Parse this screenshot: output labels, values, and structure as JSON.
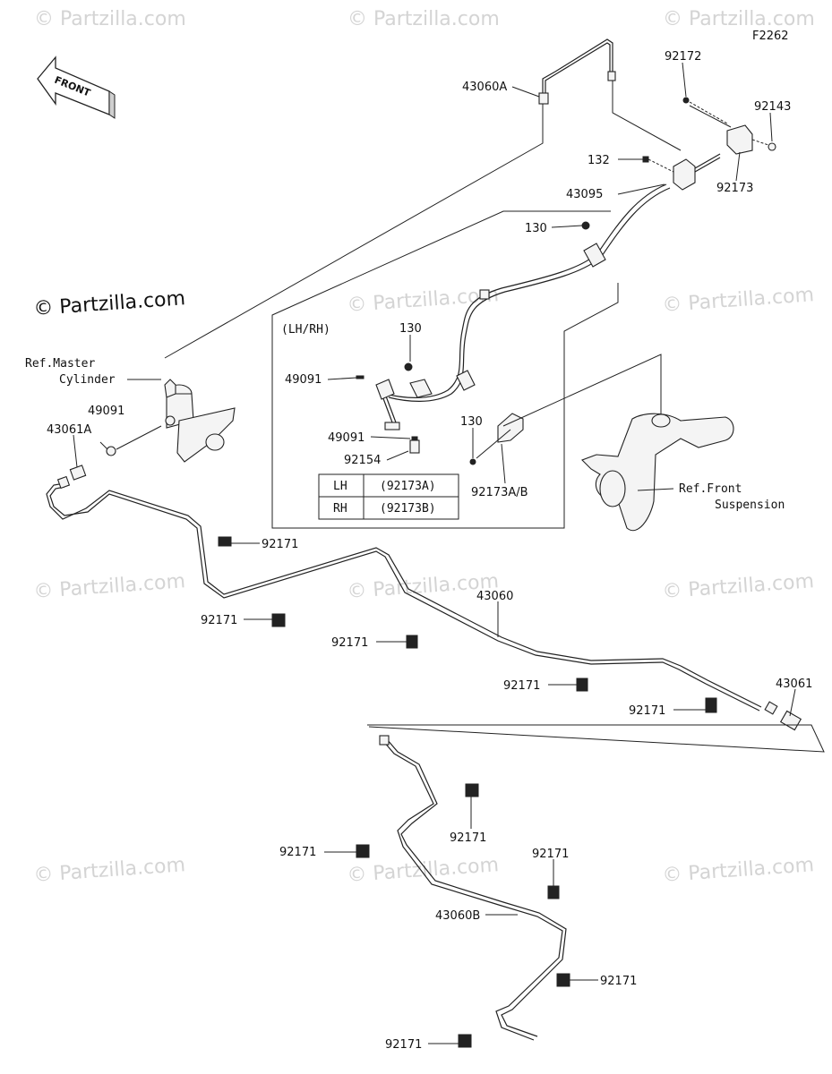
{
  "figure_code": "F2262",
  "watermark": "© Partzilla.com",
  "front_label": "FRONT",
  "side_note": "(LH/RH)",
  "references": {
    "master_cylinder_line1": "Ref.Master",
    "master_cylinder_line2": "Cylinder",
    "front_suspension_line1": "Ref.Front",
    "front_suspension_line2": "Suspension"
  },
  "side_table": {
    "rows": [
      {
        "side": "LH",
        "part": "(92173A)"
      },
      {
        "side": "RH",
        "part": "(92173B)"
      }
    ]
  },
  "callouts": {
    "p92172": "92172",
    "p92143": "92143",
    "p92173": "92173",
    "p43060A": "43060A",
    "p132": "132",
    "p43095": "43095",
    "p130_top": "130",
    "p130_mid": "130",
    "p130_low": "130",
    "p49091_a": "49091",
    "p49091_b": "49091",
    "p92154": "92154",
    "p92173AB": "92173A/B",
    "p49091_c": "49091",
    "p43061A": "43061A",
    "p92171_1": "92171",
    "p92171_2": "92171",
    "p92171_3": "92171",
    "p43060": "43060",
    "p92171_4": "92171",
    "p92171_5": "92171",
    "p43061": "43061",
    "p92171_6": "92171",
    "p92171_7": "92171",
    "p92171_8": "92171",
    "p43060B": "43060B",
    "p92171_9": "92171",
    "p92171_10": "92171"
  }
}
